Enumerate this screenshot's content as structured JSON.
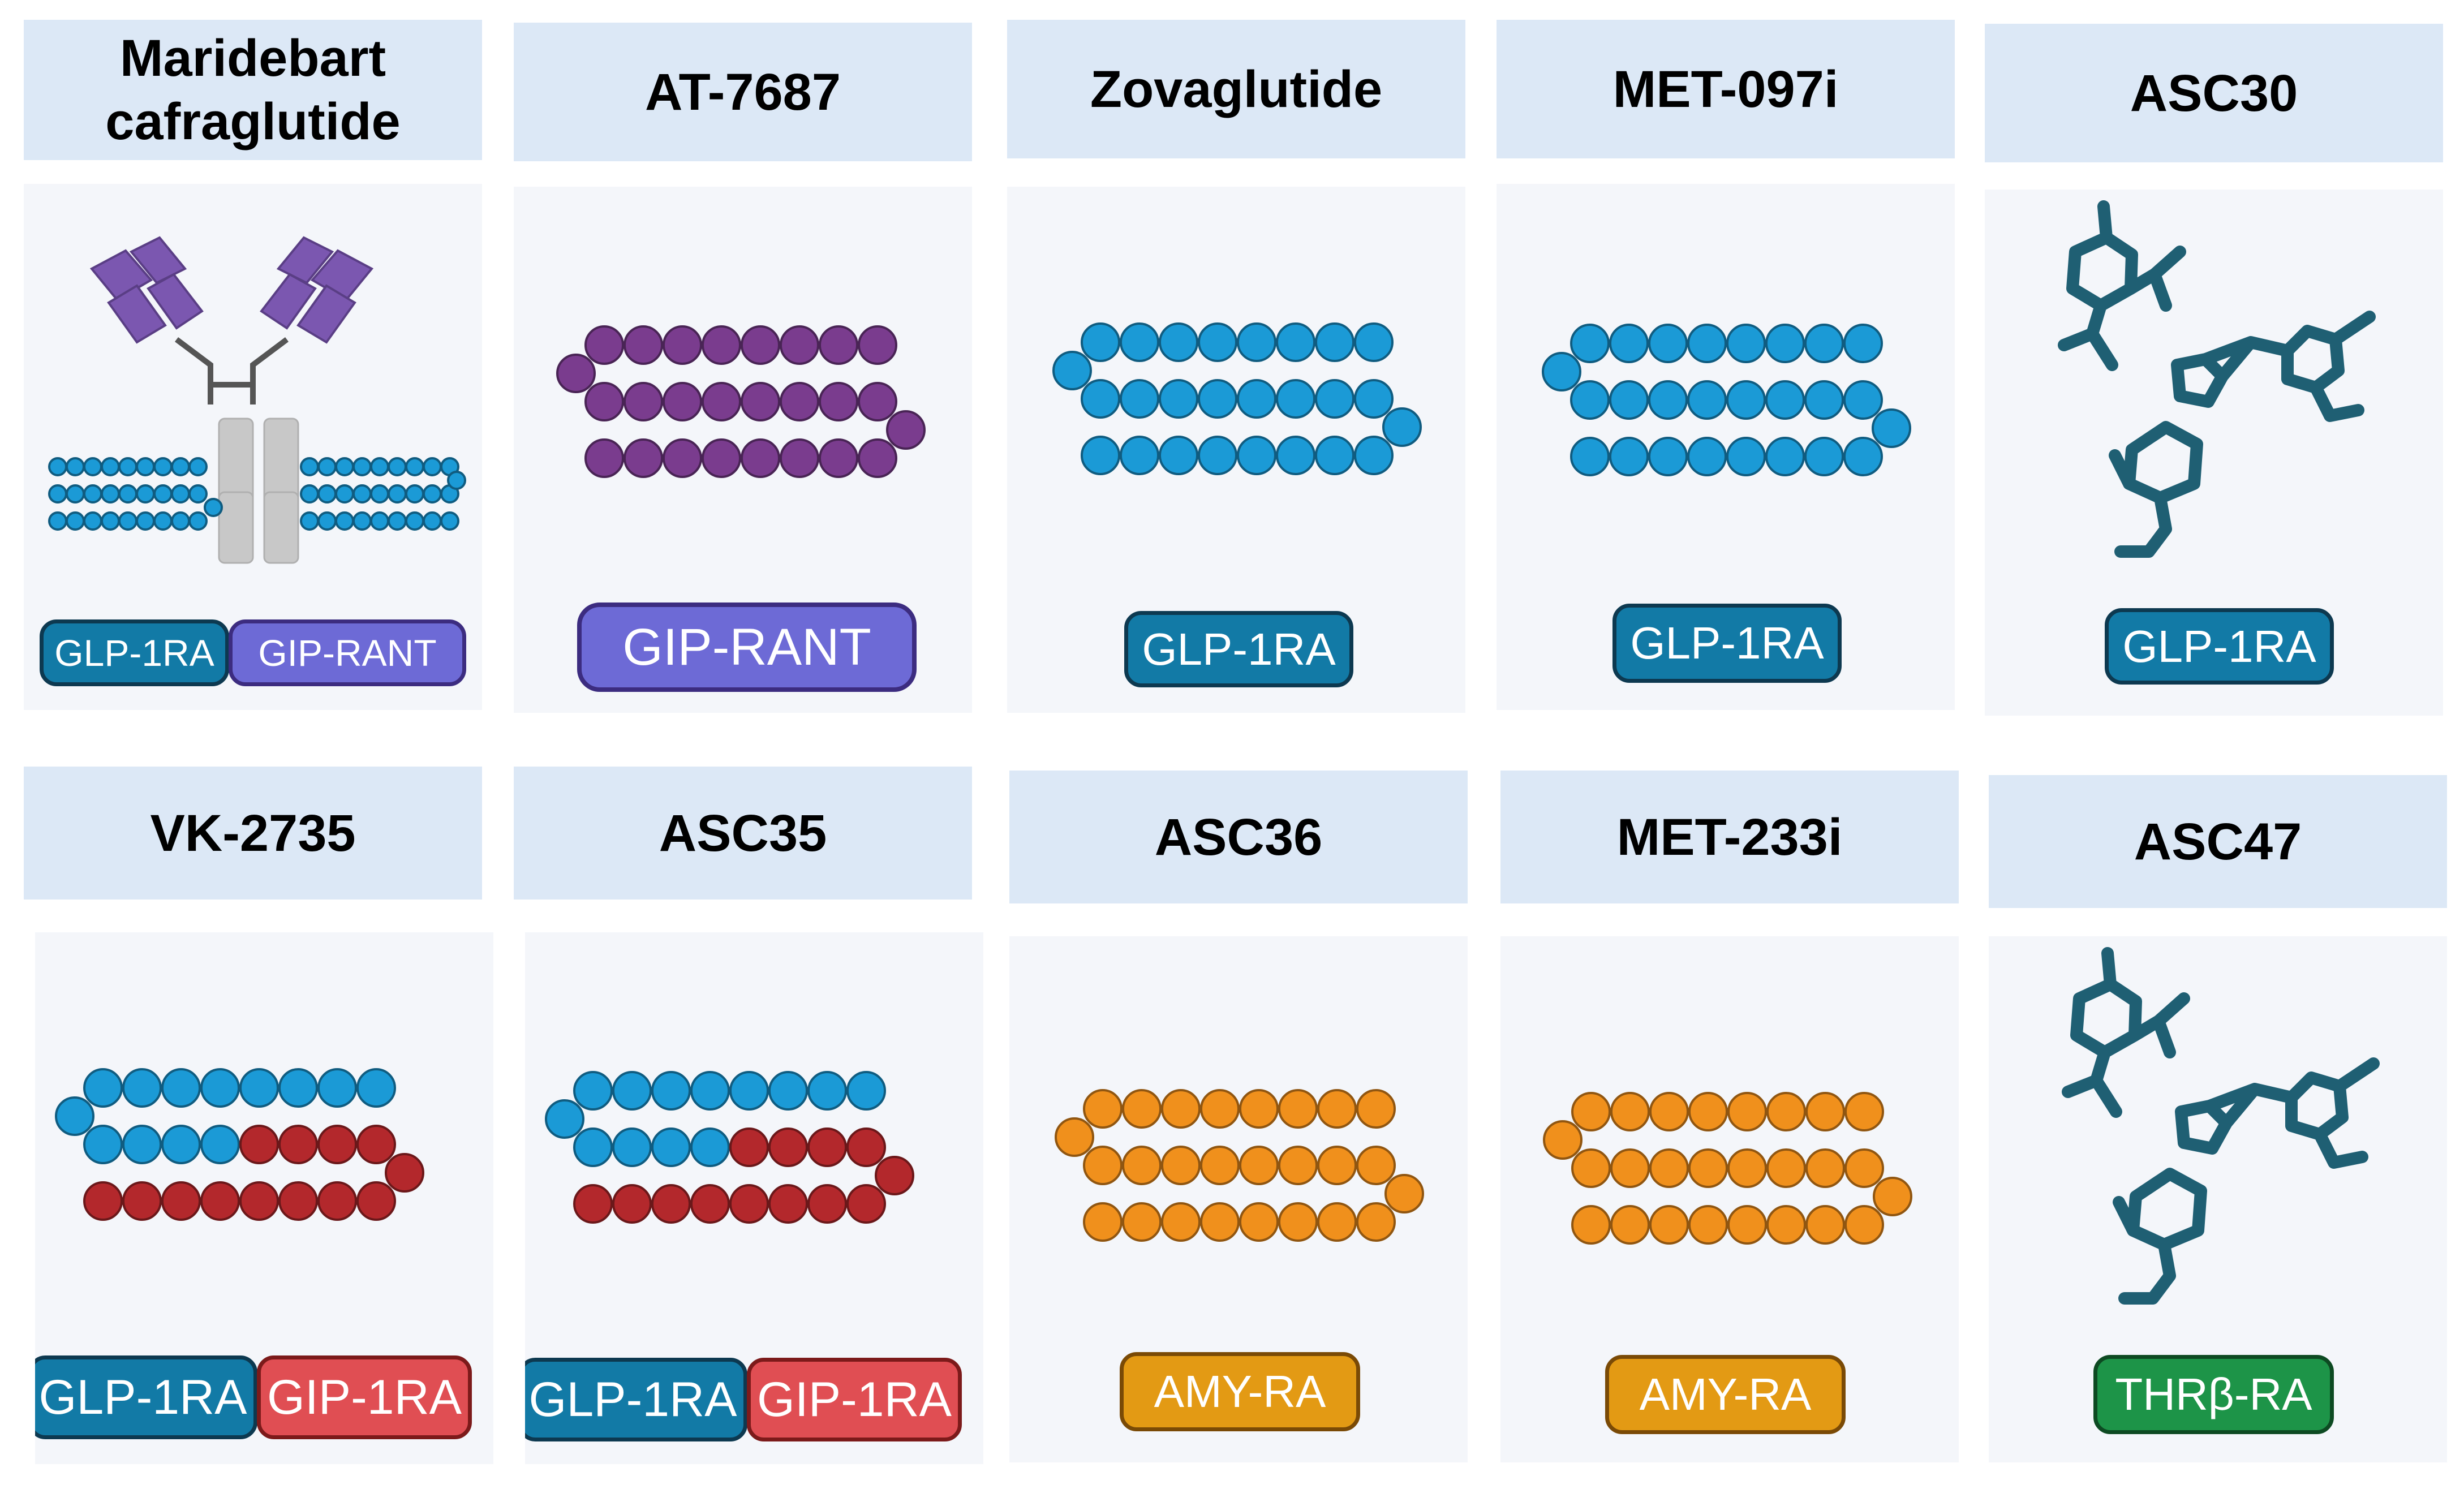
{
  "colors": {
    "title_bg": "#dce8f6",
    "panel_bg": "#f4f6fa",
    "glp1_bead": "#1b9ad6",
    "gip_antagonist_bead": "#7a3c8e",
    "gip_agonist_bead": "#b3282c",
    "amylin_bead": "#f0901c",
    "small_molecule": "#1f5f73",
    "antibody": "#7b57b0",
    "antibody_fc": "#c8c8c8",
    "pill_glp1ra": "#127aa6",
    "pill_giprant": "#6d6ad6",
    "pill_gip1ra": "#e04e53",
    "pill_amyra": "#e39a14",
    "pill_thrb": "#1d9448"
  },
  "drugs": [
    {
      "name": "Maridebart cafraglutide",
      "name_lines": [
        "Maridebart",
        "cafraglutide"
      ],
      "structure": "antibody-peptide-conjugate",
      "labels": [
        "GLP-1RA",
        "GIP-RANT"
      ]
    },
    {
      "name": "AT-7687",
      "structure": "peptide",
      "labels": [
        "GIP-RANT"
      ]
    },
    {
      "name": "Zovaglutide",
      "structure": "peptide",
      "labels": [
        "GLP-1RA"
      ]
    },
    {
      "name": "MET-097i",
      "structure": "peptide",
      "labels": [
        "GLP-1RA"
      ]
    },
    {
      "name": "ASC30",
      "structure": "small-molecule",
      "labels": [
        "GLP-1RA"
      ]
    },
    {
      "name": "VK-2735",
      "structure": "peptide",
      "labels": [
        "GLP-1RA",
        "GIP-1RA"
      ]
    },
    {
      "name": "ASC35",
      "structure": "peptide",
      "labels": [
        "GLP-1RA",
        "GIP-1RA"
      ]
    },
    {
      "name": "ASC36",
      "structure": "peptide",
      "labels": [
        "AMY-RA"
      ]
    },
    {
      "name": "MET-233i",
      "structure": "peptide",
      "labels": [
        "AMY-RA"
      ]
    },
    {
      "name": "ASC47",
      "structure": "small-molecule",
      "labels": [
        "THRβ-RA"
      ]
    }
  ]
}
